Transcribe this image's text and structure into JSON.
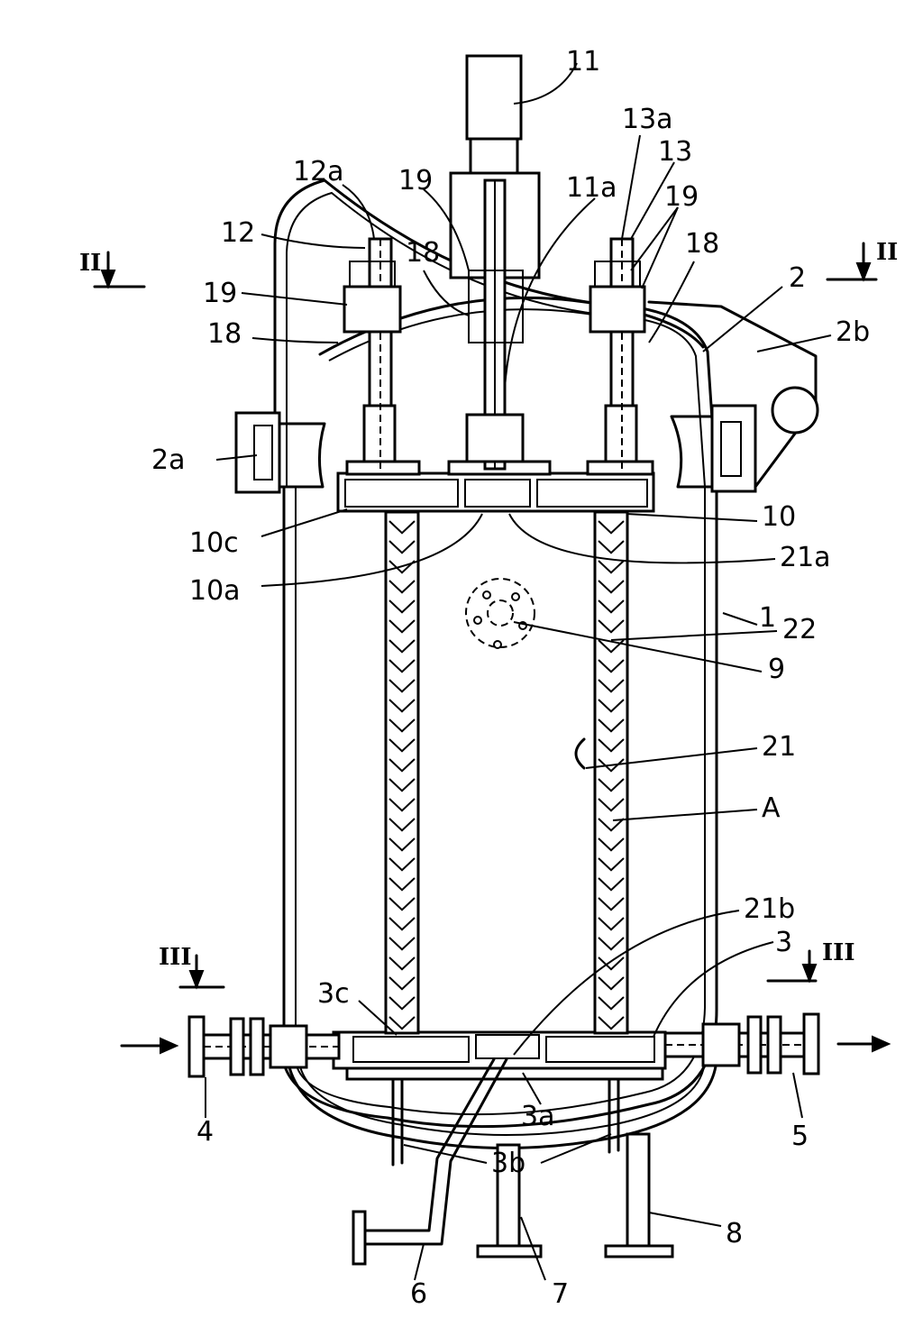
{
  "figure": {
    "labels": {
      "l1": "1",
      "l2": "2",
      "l2a": "2a",
      "l2b": "2b",
      "l3": "3",
      "l3a": "3a",
      "l3b": "3b",
      "l3c": "3c",
      "l4": "4",
      "l5": "5",
      "l6": "6",
      "l7": "7",
      "l8": "8",
      "l9": "9",
      "l10": "10",
      "l10a": "10a",
      "l10c": "10c",
      "l11": "11",
      "l11a": "11a",
      "l12": "12",
      "l12a": "12a",
      "l13": "13",
      "l13a": "13a",
      "l18_left": "18",
      "l18_mid": "18",
      "l18_right": "18",
      "l19_left": "19",
      "l19_mid": "19",
      "l19_right": "19",
      "l21": "21",
      "l21a": "21a",
      "l21b": "21b",
      "l22": "22",
      "lA": "A"
    },
    "section_marks": {
      "ii_left": "II",
      "ii_right": "II",
      "iii_left": "III",
      "iii_right": "III"
    }
  }
}
